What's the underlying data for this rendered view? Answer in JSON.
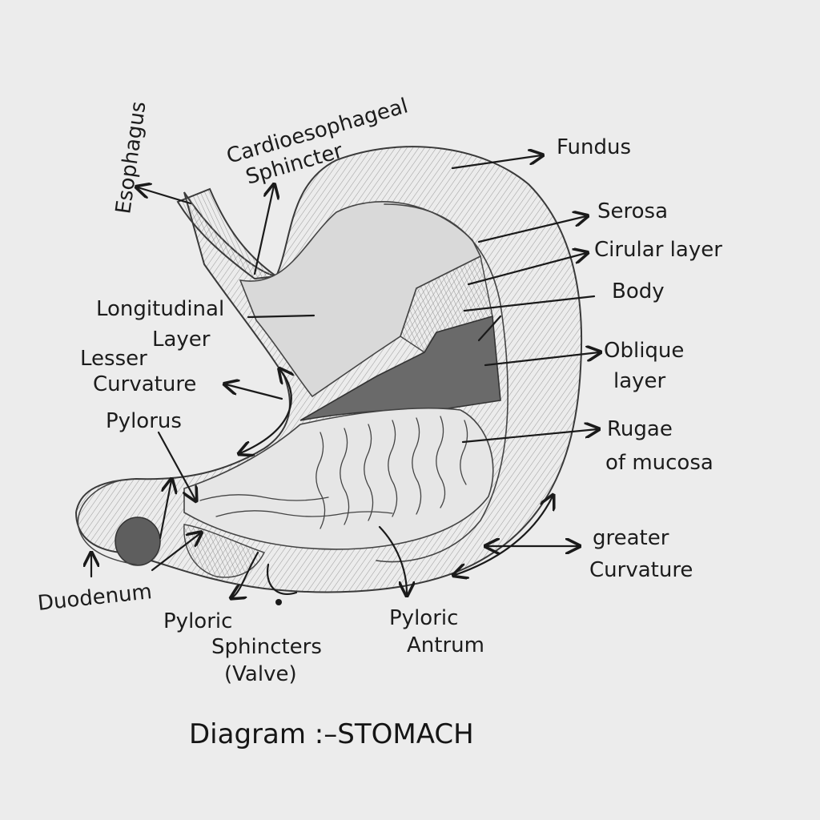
{
  "diagram": {
    "title": "Diagram :–STOMACH",
    "labels": {
      "esophagus": "Esophagus",
      "cardioesophageal_1": "Cardioesophageal",
      "cardioesophageal_2": "Sphincter",
      "fundus": "Fundus",
      "serosa": "Serosa",
      "circular_layer": "Cirular layer",
      "body": "Body",
      "oblique_1": "Oblique",
      "oblique_2": "layer",
      "rugae_1": "Rugae",
      "rugae_2": "of mucosa",
      "greater_1": "greater",
      "greater_2": "Curvature",
      "longitudinal_1": "Longitudinal",
      "longitudinal_2": "Layer",
      "lesser_1": "Lesser",
      "lesser_2": "Curvature",
      "pylorus": "Pylorus",
      "duodenum": "Duodenum",
      "pyloric_sph_1": "Pyloric",
      "pyloric_sph_2": "Sphincters",
      "pyloric_sph_3": "(Valve)",
      "antrum_1": "Pyloric",
      "antrum_2": "Antrum"
    }
  }
}
